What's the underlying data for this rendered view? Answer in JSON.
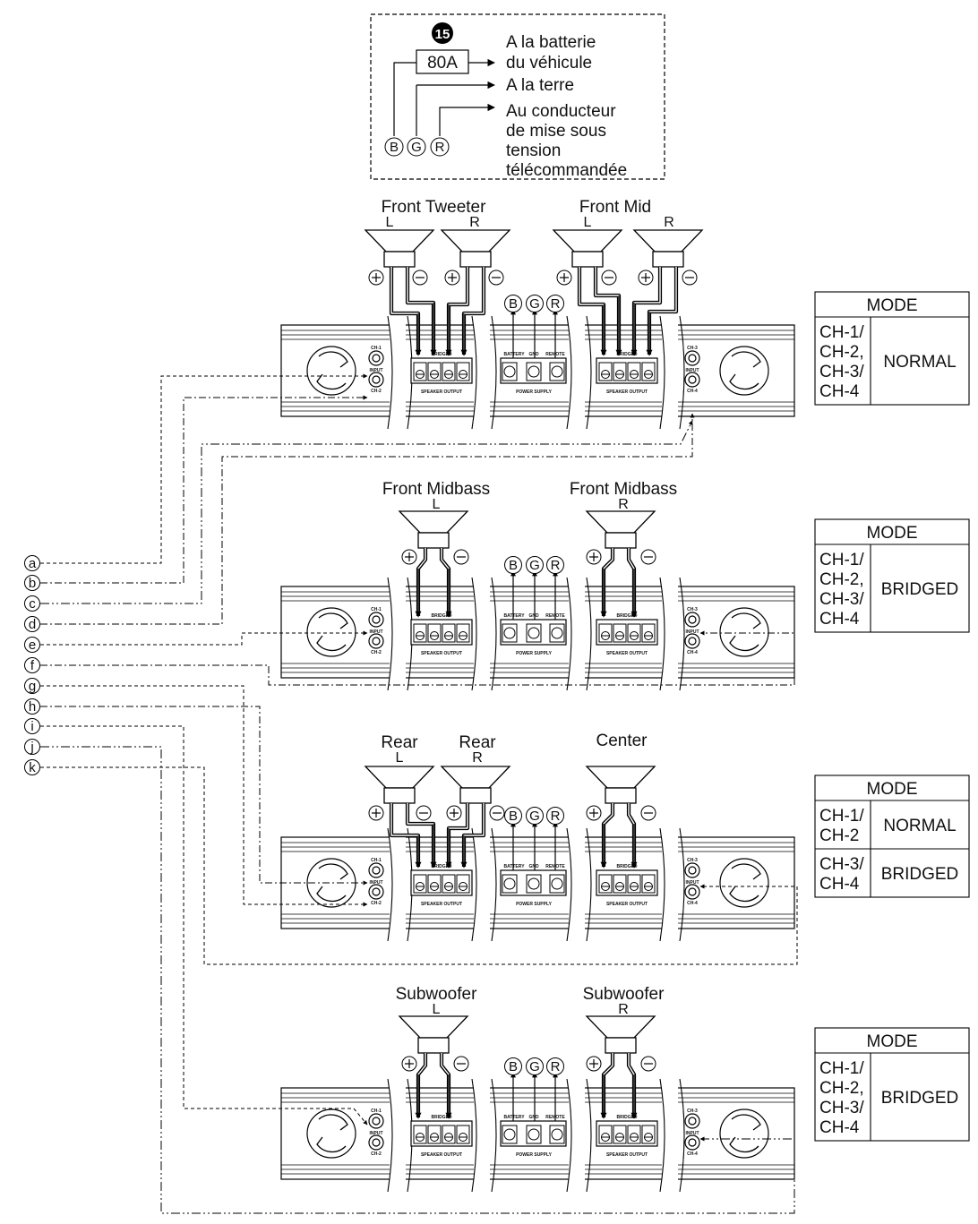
{
  "legend": {
    "fuse_number": "15",
    "fuse_rating": "80A",
    "to_battery": [
      "A la batterie",
      "du véhicule"
    ],
    "to_ground": "A la terre",
    "to_remote": [
      "Au conducteur",
      "de mise sous",
      "tension",
      "télécommandée"
    ],
    "terminals": [
      "B",
      "G",
      "R"
    ]
  },
  "amplifiers": [
    {
      "speaker_groups": [
        "Front Tweeter",
        "Front Mid"
      ],
      "channel_labels": [
        "L",
        "R",
        "L",
        "R"
      ],
      "mode_header": "MODE",
      "mode_rows": [
        {
          "channels": [
            "CH-1/",
            "CH-2,",
            "CH-3/",
            "CH-4"
          ],
          "mode": "NORMAL"
        }
      ]
    },
    {
      "speaker_groups": [
        "Front Midbass",
        "Front Midbass"
      ],
      "channel_labels": [
        "L",
        "R"
      ],
      "mode_header": "MODE",
      "mode_rows": [
        {
          "channels": [
            "CH-1/",
            "CH-2,",
            "CH-3/",
            "CH-4"
          ],
          "mode": "BRIDGED"
        }
      ]
    },
    {
      "speaker_groups": [
        "Rear",
        "Rear",
        "Center"
      ],
      "channel_labels": [
        "L",
        "R"
      ],
      "mode_header": "MODE",
      "mode_rows": [
        {
          "channels": [
            "CH-1/",
            "CH-2"
          ],
          "mode": "NORMAL"
        },
        {
          "channels": [
            "CH-3/",
            "CH-4"
          ],
          "mode": "BRIDGED"
        }
      ]
    },
    {
      "speaker_groups": [
        "Subwoofer",
        "Subwoofer"
      ],
      "channel_labels": [
        "L",
        "R"
      ],
      "mode_header": "MODE",
      "mode_rows": [
        {
          "channels": [
            "CH-1/",
            "CH-2,",
            "CH-3/",
            "CH-4"
          ],
          "mode": "BRIDGED"
        }
      ]
    }
  ],
  "panel_text": {
    "speaker_output": "SPEAKER OUTPUT",
    "power_supply": "POWER SUPPLY",
    "battery": "BATTERY",
    "gnd": "GND",
    "remote": "REMOTE",
    "bridged": "BRIDGED",
    "input": "INPUT",
    "ch1": "CH-1",
    "ch2": "CH-2",
    "ch3": "CH-3",
    "ch4": "CH-4"
  },
  "source_labels": [
    "a",
    "b",
    "c",
    "d",
    "e",
    "f",
    "g",
    "h",
    "i",
    "j",
    "k"
  ]
}
